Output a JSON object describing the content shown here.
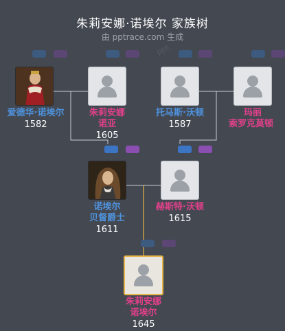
{
  "header": {
    "title": "朱莉安娜·诺埃尔 家族树",
    "subtitle": "由 pptrace.com 生成",
    "watermark": "ppt"
  },
  "people": {
    "edward": {
      "name": "爱德华·诺埃尔",
      "year": "1582",
      "gender": "male",
      "photo": true
    },
    "julianne_noah": {
      "name_line1": "朱莉安娜",
      "name_line2": "诺亚",
      "year": "1605",
      "gender": "female",
      "photo": false
    },
    "thomas": {
      "name": "托马斯·沃顿",
      "year": "1587",
      "gender": "male",
      "photo": false
    },
    "mary": {
      "name_line1": "玛丽",
      "name_line2": "索罗克莫顿",
      "year": "",
      "gender": "female",
      "photo": false
    },
    "noel": {
      "name_line1": "诺埃尔",
      "name_line2": "贝督爵士",
      "year": "1611",
      "gender": "male",
      "photo": true
    },
    "hester": {
      "name": "赫斯特·沃顿",
      "year": "1615",
      "gender": "female",
      "photo": false
    },
    "julianne": {
      "name_line1": "朱莉安娜",
      "name_line2": "诺埃尔",
      "year": "1645",
      "gender": "female",
      "photo": false,
      "focus": true
    }
  },
  "colors": {
    "background": "#434851",
    "male": "#4f92dc",
    "female": "#e0418a",
    "focus_border": "#e8b548",
    "link_blue": "#3b75c4",
    "link_purple": "#8a4fb1"
  }
}
